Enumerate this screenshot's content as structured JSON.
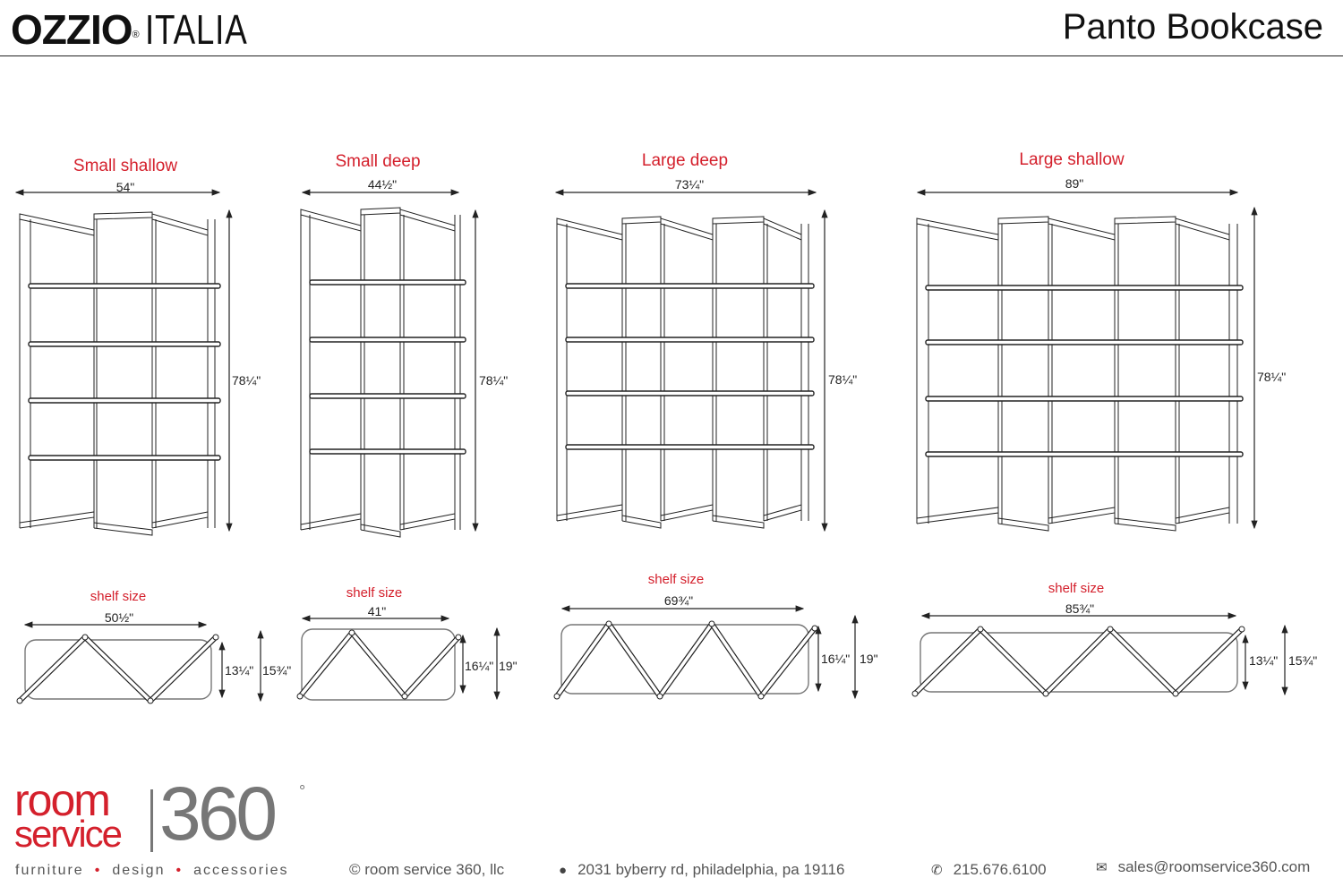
{
  "header": {
    "brand_main": "OZZIO",
    "brand_sub": "ITALIA",
    "title": "Panto Bookcase"
  },
  "models": [
    {
      "name": "Small shallow",
      "width": "54\"",
      "height": "78¼\"",
      "shelf_label": "shelf size",
      "shelf_width": "50½\"",
      "shelf_depth": "13¼\"",
      "total_depth": "15¾\""
    },
    {
      "name": "Small deep",
      "width": "44½\"",
      "height": "78¼\"",
      "shelf_label": "shelf size",
      "shelf_width": "41\"",
      "shelf_depth": "16¼\"",
      "total_depth": "19\""
    },
    {
      "name": "Large deep",
      "width": "73¼\"",
      "height": "78¼\"",
      "shelf_label": "shelf size",
      "shelf_width": "69¾\"",
      "shelf_depth": "16¼\"",
      "total_depth": "19\""
    },
    {
      "name": "Large shallow",
      "width": "89\"",
      "height": "78¼\"",
      "shelf_label": "shelf size",
      "shelf_width": "85¾\"",
      "shelf_depth": "13¼\"",
      "total_depth": "15¾\""
    }
  ],
  "footer": {
    "logo_room": "room",
    "logo_service": "service",
    "logo_360": "360",
    "logo_deg": "°",
    "tagline": [
      "furniture",
      "design",
      "accessories"
    ],
    "tag_sep": "•",
    "copyright": "© room service 360, llc",
    "address": "2031 byberry rd, philadelphia, pa 19116",
    "phone": "215.676.6100",
    "email": "sales@roomservice360.com",
    "icons": {
      "address": "map-pin-icon",
      "phone": "phone-icon",
      "email": "envelope-icon"
    }
  },
  "colors": {
    "accent": "#d4202c",
    "line": "#222222",
    "grey": "#777777"
  }
}
